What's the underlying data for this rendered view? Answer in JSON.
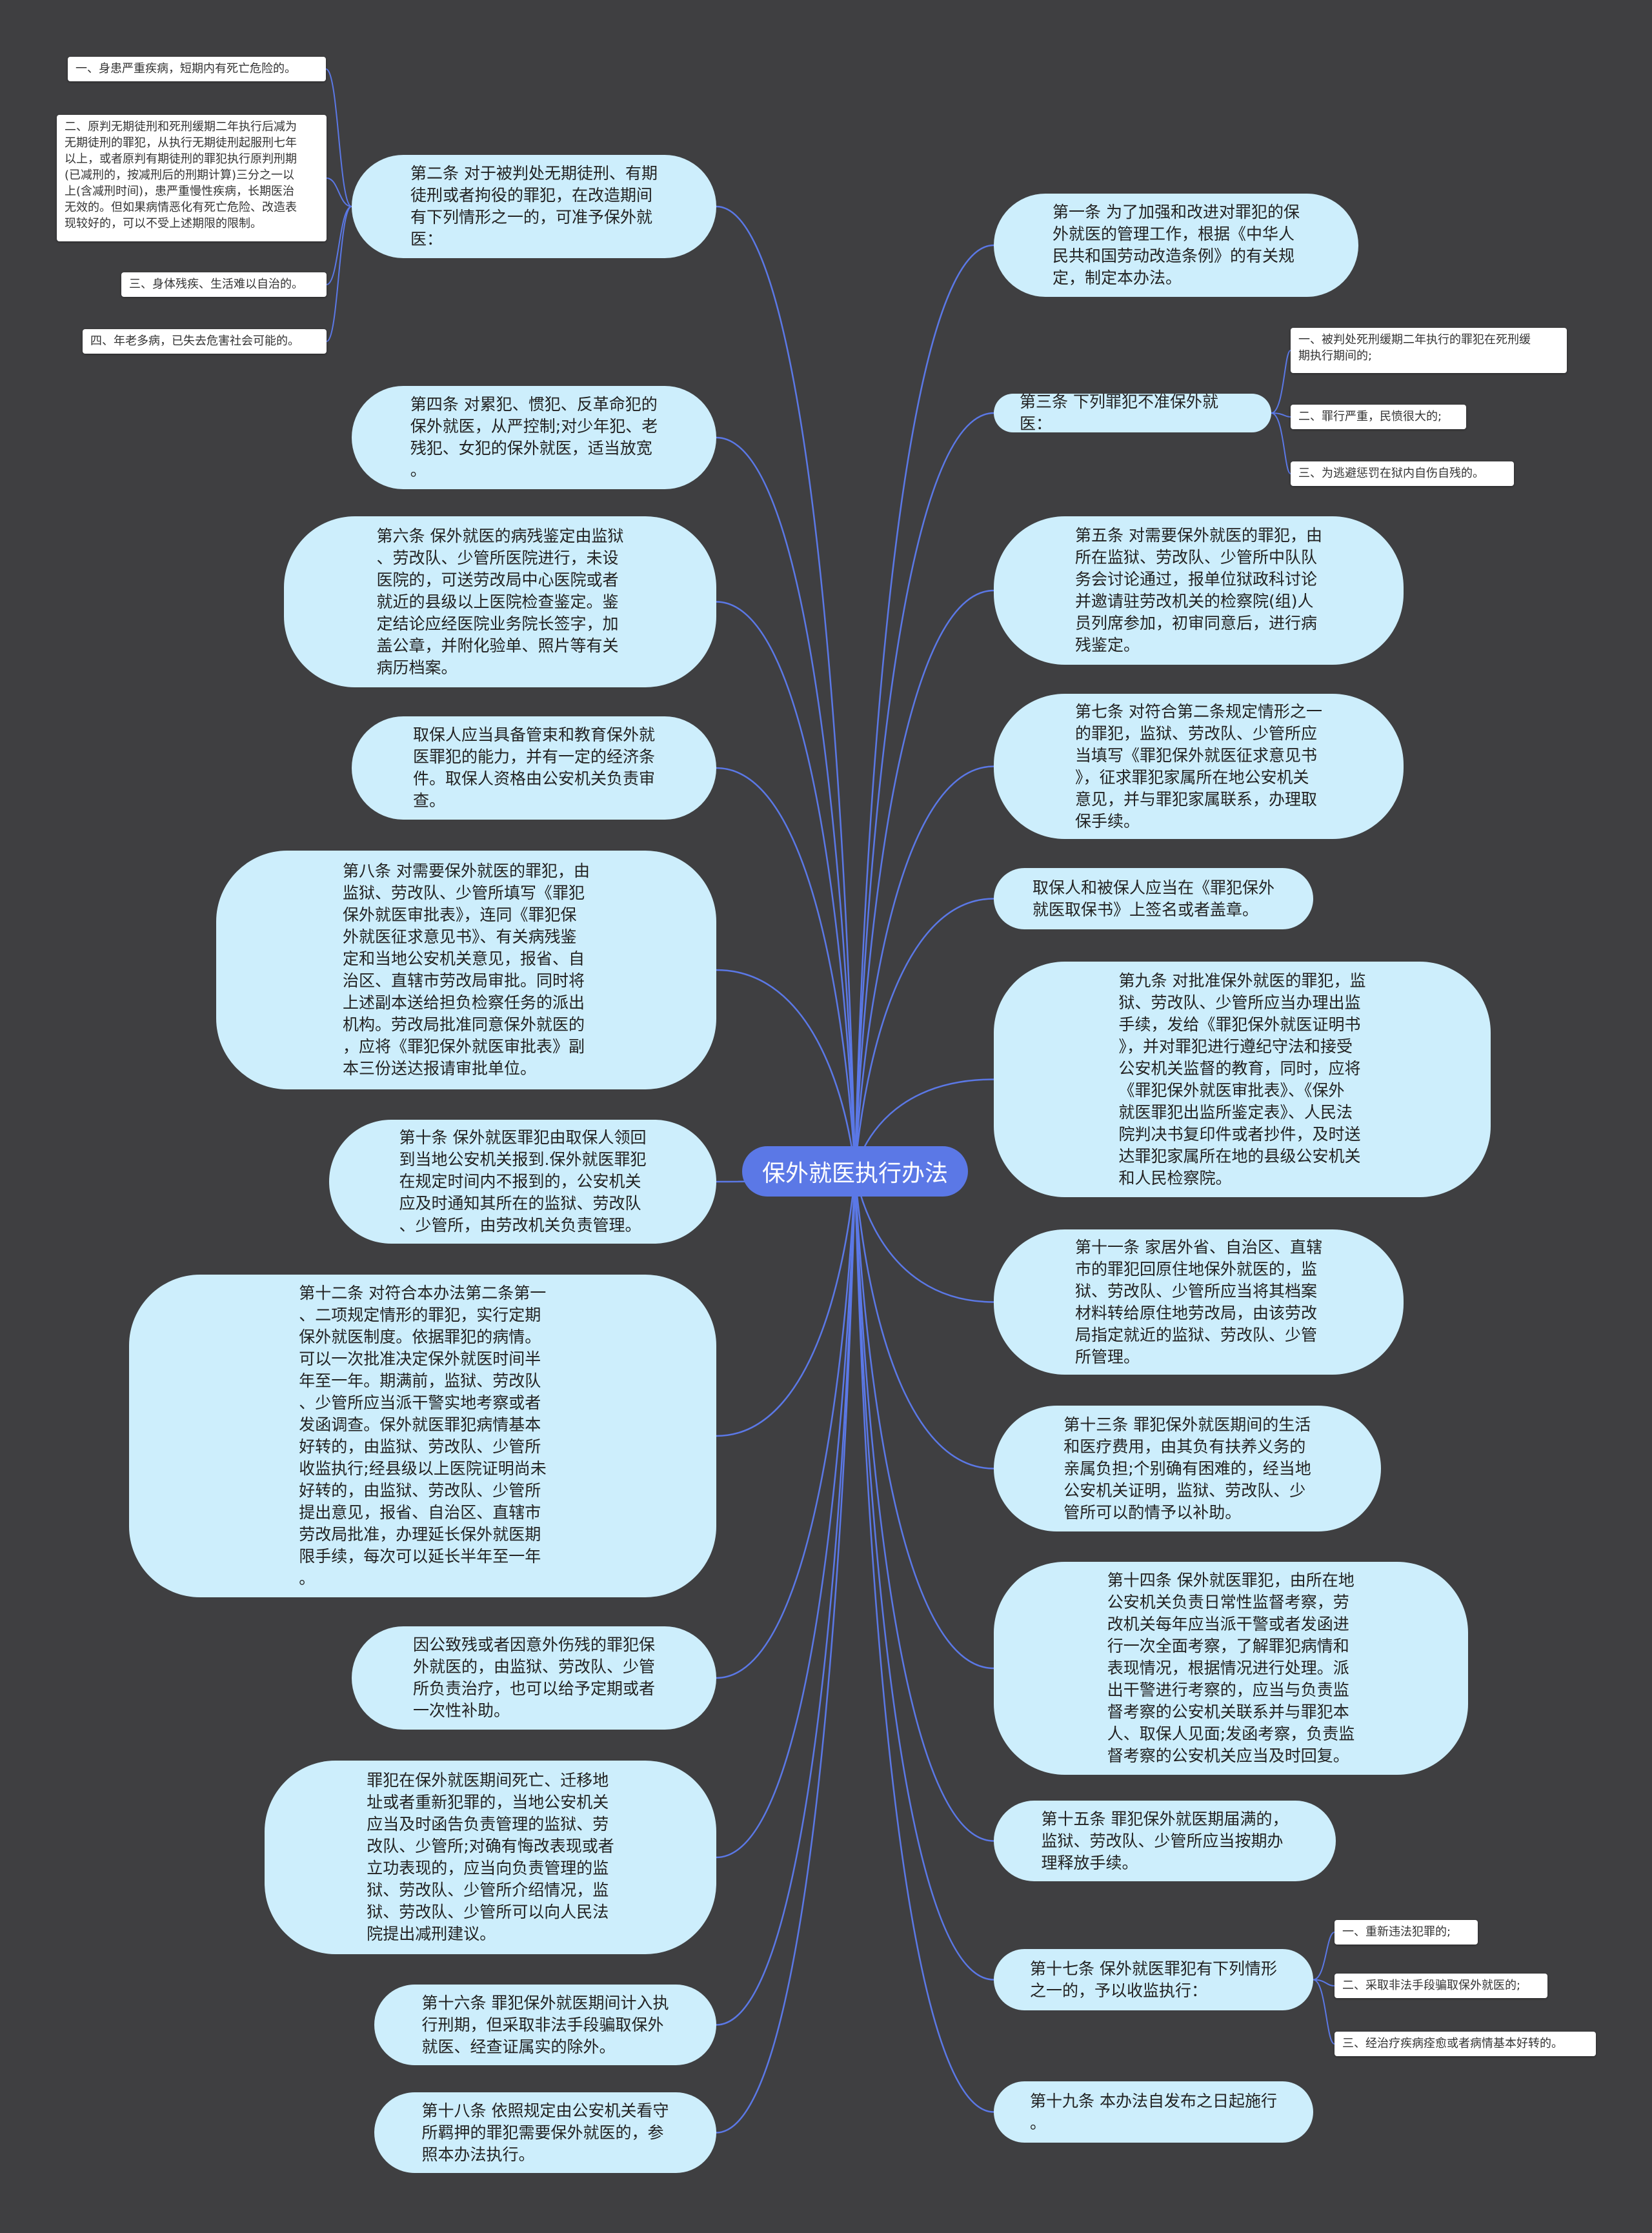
{
  "center": {
    "label": "保外就医执行办法"
  },
  "colors": {
    "background": "#3f3f41",
    "node": "#cdeefc",
    "center": "#5b78e6",
    "link": "#5b78e6",
    "leaf": "#ffffff"
  },
  "nodes": [
    {
      "id": "art2",
      "text": "第二条 对于被判处无期徒刑、有期\n徒刑或者拘役的罪犯，在改造期间\n有下列情形之一的，可准予保外就\n医：",
      "children": [
        "一、身患严重疾病，短期内有死亡危险的。",
        "二、原判无期徒刑和死刑缓期二年执行后减为\n无期徒刑的罪犯，从执行无期徒刑起服刑七年\n以上，或者原判有期徒刑的罪犯执行原判刑期\n(已减刑的，按减刑后的刑期计算)三分之一以\n上(含减刑时间)，患严重慢性疾病，长期医治\n无效的。但如果病情恶化有死亡危险、改造表\n现较好的，可以不受上述期限的限制。",
        "三、身体残疾、生活难以自治的。",
        "四、年老多病，已失去危害社会可能的。"
      ]
    },
    {
      "id": "art4",
      "text": "第四条 对累犯、惯犯、反革命犯的\n保外就医，从严控制;对少年犯、老\n残犯、女犯的保外就医，适当放宽\n。"
    },
    {
      "id": "art6",
      "text": "第六条 保外就医的病残鉴定由监狱\n、劳改队、少管所医院进行，未设\n医院的，可送劳改局中心医院或者\n就近的县级以上医院检查鉴定。鉴\n定结论应经医院业务院长签字，加\n盖公章，并附化验单、照片等有关\n病历档案。"
    },
    {
      "id": "guarantor",
      "text": "取保人应当具备管束和教育保外就\n医罪犯的能力，并有一定的经济条\n件。取保人资格由公安机关负责审\n查。"
    },
    {
      "id": "art8",
      "text": "第八条 对需要保外就医的罪犯，由\n监狱、劳改队、少管所填写《罪犯\n保外就医审批表》，连同《罪犯保\n外就医征求意见书》、有关病残鉴\n定和当地公安机关意见，报省、自\n治区、直辖市劳改局审批。同时将\n上述副本送给担负检察任务的派出\n机构。劳改局批准同意保外就医的\n，应将《罪犯保外就医审批表》副\n本三份送达报请审批单位。"
    },
    {
      "id": "art10",
      "text": "第十条 保外就医罪犯由取保人领回\n到当地公安机关报到.保外就医罪犯\n在规定时间内不报到的，公安机关\n应及时通知其所在的监狱、劳改队\n、少管所，由劳改机关负责管理。"
    },
    {
      "id": "art12",
      "text": "第十二条 对符合本办法第二条第一\n、二项规定情形的罪犯，实行定期\n保外就医制度。依据罪犯的病情。\n可以一次批准决定保外就医时间半\n年至一年。期满前，监狱、劳改队\n、少管所应当派干警实地考察或者\n发函调查。保外就医罪犯病情基本\n好转的，由监狱、劳改队、少管所\n收监执行;经县级以上医院证明尚未\n好转的，由监狱、劳改队、少管所\n提出意见，报省、自治区、直辖市\n劳改局批准，办理延长保外就医期\n限手续，每次可以延长半年至一年\n。"
    },
    {
      "id": "injury",
      "text": "因公致残或者因意外伤残的罪犯保\n外就医的，由监狱、劳改队、少管\n所负责治疗，也可以给予定期或者\n一次性补助。"
    },
    {
      "id": "death",
      "text": "罪犯在保外就医期间死亡、迁移地\n址或者重新犯罪的，当地公安机关\n应当及时函告负责管理的监狱、劳\n改队、少管所;对确有悔改表现或者\n立功表现的，应当向负责管理的监\n狱、劳改队、少管所介绍情况，监\n狱、劳改队、少管所可以向人民法\n院提出减刑建议。"
    },
    {
      "id": "art16",
      "text": "第十六条 罪犯保外就医期间计入执\n行刑期，但采取非法手段骗取保外\n就医、经查证属实的除外。"
    },
    {
      "id": "art18",
      "text": "第十八条 依照规定由公安机关看守\n所羁押的罪犯需要保外就医的，参\n照本办法执行。"
    },
    {
      "id": "art1",
      "text": "第一条 为了加强和改进对罪犯的保\n外就医的管理工作，根据《中华人\n民共和国劳动改造条例》的有关规\n定，制定本办法。"
    },
    {
      "id": "art3",
      "text": "第三条 下列罪犯不准保外就医：",
      "children": [
        "一、被判处死刑缓期二年执行的罪犯在死刑缓\n期执行期间的;",
        "二、罪行严重，民愤很大的;",
        "三、为逃避惩罚在狱内自伤自残的。"
      ]
    },
    {
      "id": "art5",
      "text": "第五条 对需要保外就医的罪犯，由\n所在监狱、劳改队、少管所中队队\n务会讨论通过，报单位狱政科讨论\n并邀请驻劳改机关的检察院(组)人\n员列席参加，初审同意后，进行病\n残鉴定。"
    },
    {
      "id": "art7",
      "text": "第七条 对符合第二条规定情形之一\n的罪犯，监狱、劳改队、少管所应\n当填写《罪犯保外就医征求意见书\n》，征求罪犯家属所在地公安机关\n意见，并与罪犯家属联系，办理取\n保手续。"
    },
    {
      "id": "signing",
      "text": "取保人和被保人应当在《罪犯保外\n就医取保书》上签名或者盖章。"
    },
    {
      "id": "art9",
      "text": "第九条 对批准保外就医的罪犯，监\n狱、劳改队、少管所应当办理出监\n手续，发给《罪犯保外就医证明书\n》，并对罪犯进行遵纪守法和接受\n公安机关监督的教育，同时，应将\n《罪犯保外就医审批表》、《保外\n就医罪犯出监所鉴定表》、人民法\n院判决书复印件或者抄件，及时送\n达罪犯家属所在地的县级公安机关\n和人民检察院。"
    },
    {
      "id": "art11",
      "text": "第十一条 家居外省、自治区、直辖\n市的罪犯回原住地保外就医的，监\n狱、劳改队、少管所应当将其档案\n材料转给原住地劳改局，由该劳改\n局指定就近的监狱、劳改队、少管\n所管理。"
    },
    {
      "id": "art13",
      "text": "第十三条 罪犯保外就医期间的生活\n和医疗费用，由其负有扶养义务的\n亲属负担;个别确有困难的，经当地\n公安机关证明，监狱、劳改队、少\n管所可以酌情予以补助。"
    },
    {
      "id": "art14",
      "text": "第十四条 保外就医罪犯，由所在地\n公安机关负责日常性监督考察，劳\n改机关每年应当派干警或者发函进\n行一次全面考察，了解罪犯病情和\n表现情况，根据情况进行处理。派\n出干警进行考察的，应当与负责监\n督考察的公安机关联系并与罪犯本\n人、取保人见面;发函考察，负责监\n督考察的公安机关应当及时回复。"
    },
    {
      "id": "art15",
      "text": "第十五条 罪犯保外就医期届满的，\n监狱、劳改队、少管所应当按期办\n理释放手续。"
    },
    {
      "id": "art17",
      "text": "第十七条 保外就医罪犯有下列情形\n之一的，予以收监执行：",
      "children": [
        "一、重新违法犯罪的;",
        "二、采取非法手段骗取保外就医的;",
        "三、经治疗疾病痊愈或者病情基本好转的。"
      ]
    },
    {
      "id": "art19",
      "text": "第十九条 本办法自发布之日起施行\n。"
    }
  ]
}
